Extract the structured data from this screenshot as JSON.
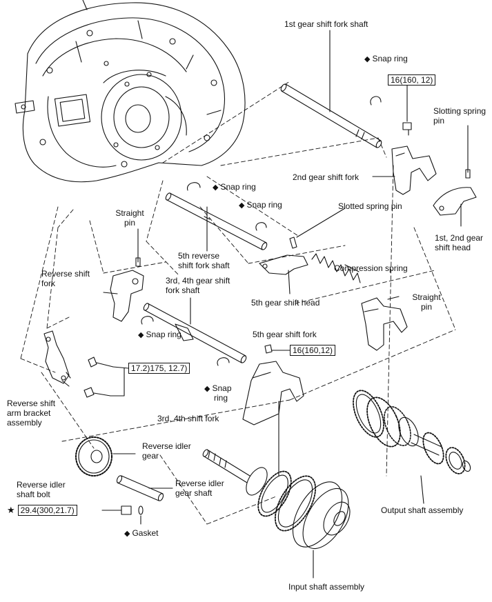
{
  "labels": {
    "first_gear_shift_fork_shaft": "1st gear shift fork shaft",
    "snap_ring": "Snap ring",
    "slotting_spring_pin_l1": "Slotting spring",
    "slotting_spring_pin_l2": "pin",
    "second_gear_shift_fork": "2nd gear shift fork",
    "slotted_spring_pin": "Slotted spring pin",
    "first_second_head_l1": "1st, 2nd gear",
    "first_second_head_l2": "shift head",
    "straight_pin_l1": "Straight",
    "straight_pin_l2": "pin",
    "fifth_reverse_shaft_l1": "5th reverse",
    "fifth_reverse_shaft_l2": "shift fork shaft",
    "third_fourth_shaft_l1": "3rd, 4th gear shift",
    "third_fourth_shaft_l2": "fork shaft",
    "reverse_shift_fork_l1": "Reverse shift",
    "reverse_shift_fork_l2": "fork",
    "compression_spring": "Compression spring",
    "fifth_gear_shift_head": "5th gear shift head",
    "straight_pin_right_l1": "Straight",
    "straight_pin_right_l2": "pin",
    "fifth_gear_shift_fork": "5th gear shift fork",
    "snap_ring_lower_l1": "Snap",
    "snap_ring_lower_l2": "ring",
    "reverse_arm_bracket_l1": "Reverse shift",
    "reverse_arm_bracket_l2": "arm bracket",
    "reverse_arm_bracket_l3": "assembly",
    "third_fourth_shift_fork": "3rd, 4th shift fork",
    "reverse_idler_gear_l1": "Reverse idler",
    "reverse_idler_gear_l2": "gear",
    "reverse_idler_shaft_bolt_l1": "Reverse idler",
    "reverse_idler_shaft_bolt_l2": "shaft bolt",
    "reverse_idler_gear_shaft_l1": "Reverse idler",
    "reverse_idler_gear_shaft_l2": "gear shaft",
    "output_shaft_assembly": "Output shaft assembly",
    "gasket": "Gasket",
    "input_shaft_assembly": "Input shaft assembly"
  },
  "torque": {
    "bolt_top": "16(160, 12)",
    "bolt_fifth": "16(160,12)",
    "bolt_reverse": "17.2)175, 12.7)",
    "bolt_idler": "29.4(300,21.7)"
  },
  "symbols": {
    "replace_marker": "◆",
    "precoated_marker": "★"
  },
  "colors": {
    "line": "#111111",
    "paper": "#ffffff"
  }
}
